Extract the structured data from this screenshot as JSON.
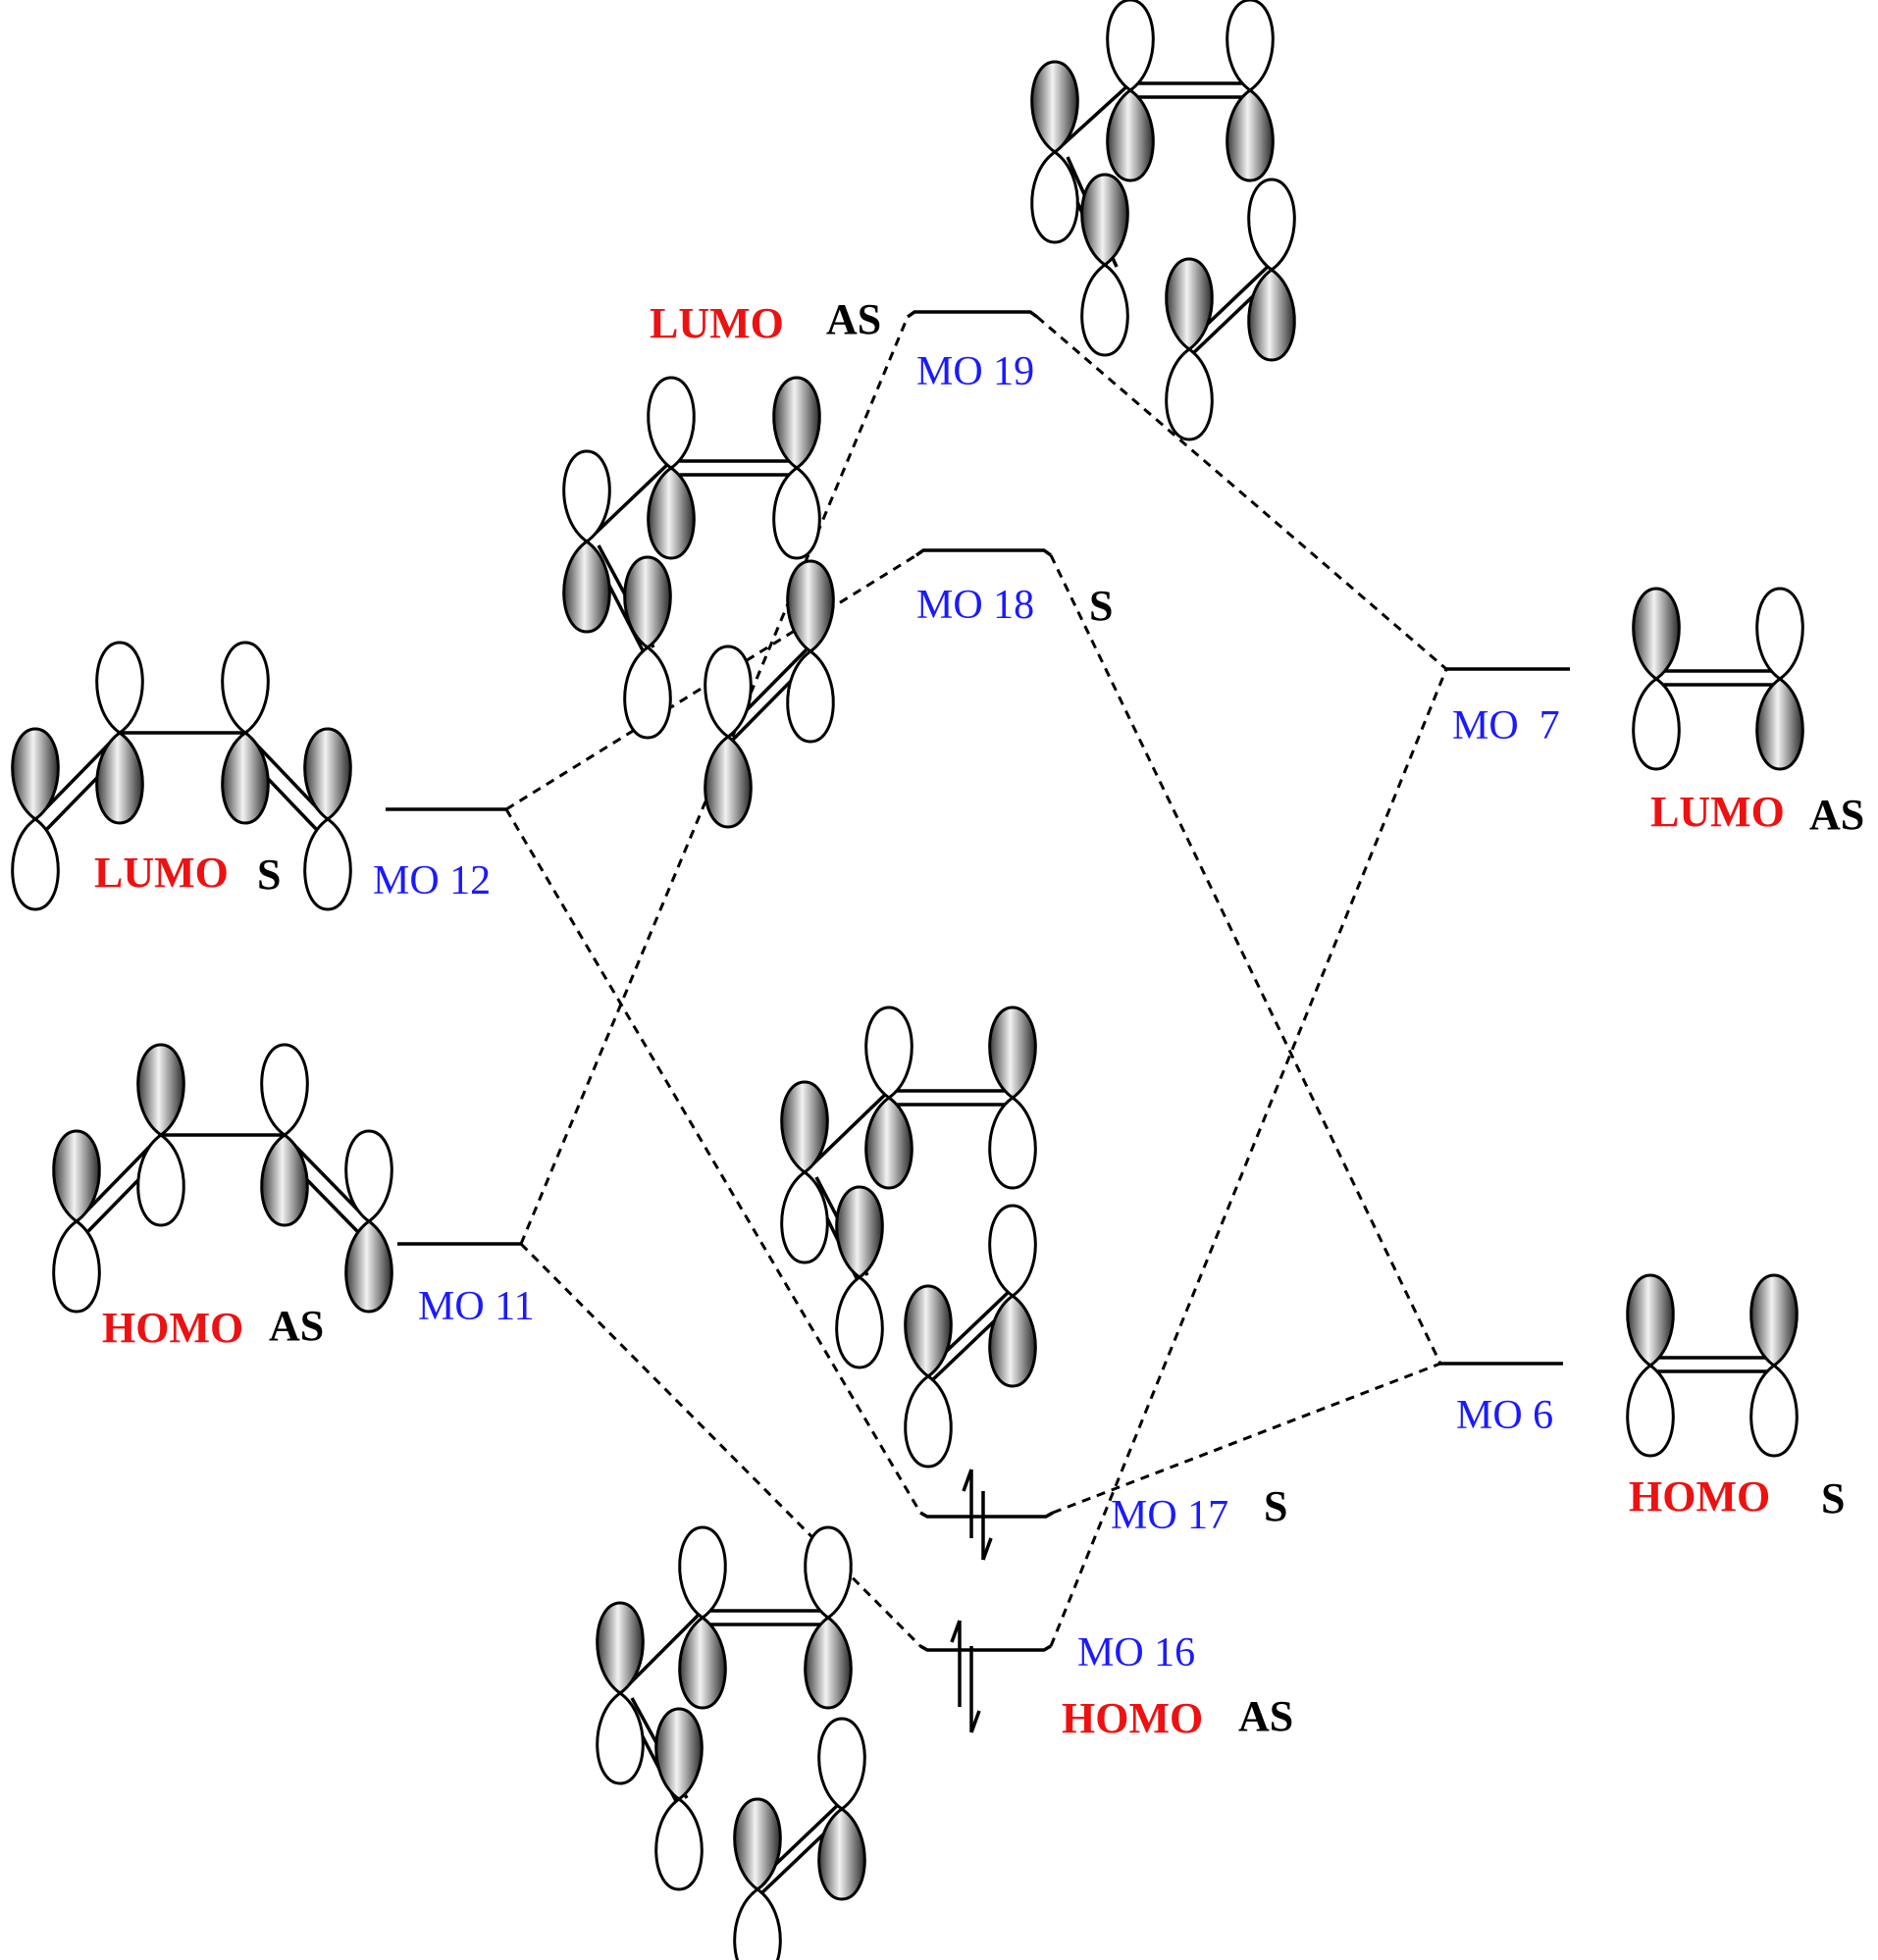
{
  "butadiene": {
    "lumo": {
      "mo_label": "MO 12",
      "fmo": "LUMO",
      "sym": "S"
    },
    "homo": {
      "mo_label": "MO 11",
      "fmo": "HOMO",
      "sym": "AS"
    }
  },
  "ethylene": {
    "lumo": {
      "mo_label": "MO  7",
      "fmo": "LUMO",
      "sym": "AS"
    },
    "homo": {
      "mo_label": "MO 6",
      "fmo": "HOMO",
      "sym": "S"
    }
  },
  "product": {
    "mo19": {
      "mo_label": "MO 19",
      "fmo": "LUMO",
      "sym": "AS"
    },
    "mo18": {
      "mo_label": "MO 18",
      "sym": "S"
    },
    "mo17": {
      "mo_label": "MO 17",
      "sym": "S"
    },
    "mo16": {
      "mo_label": "MO 16",
      "fmo": "HOMO",
      "sym": "AS"
    }
  },
  "colors": {
    "mo_label": "#1a1aff",
    "frontier": "#ee1111",
    "symmetry": "#000000"
  }
}
